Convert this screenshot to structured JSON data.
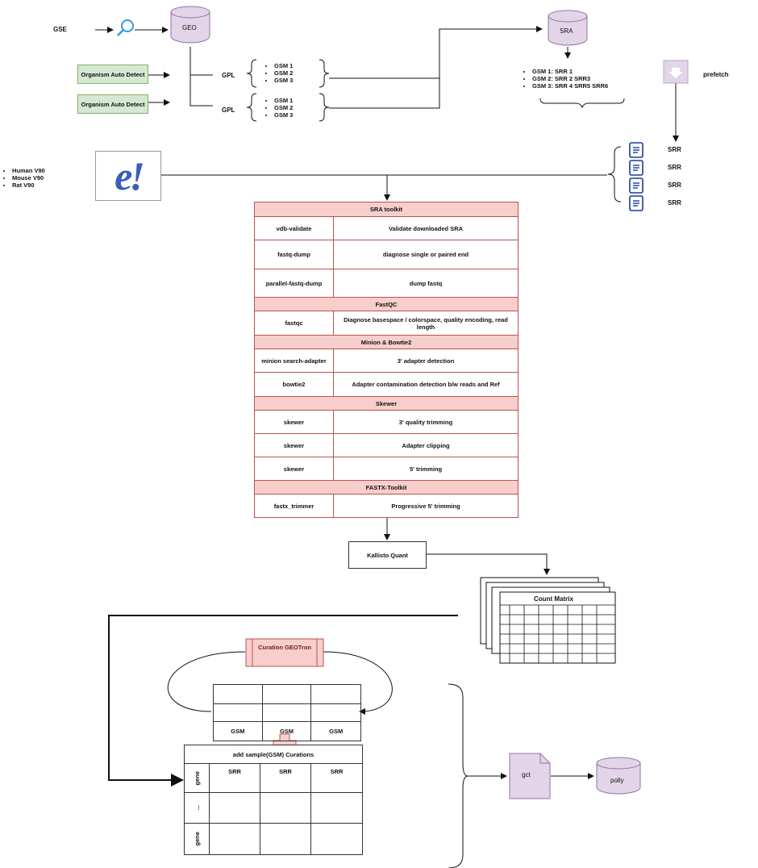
{
  "gse_label": "GSE",
  "geo_label": "GEO",
  "sra_label": "SRA",
  "organism_boxes": [
    "Organism Auto Detect",
    "Organism Auto Detect"
  ],
  "gpl_labels": [
    "GPL",
    "GPL"
  ],
  "gsm_groups": [
    [
      "GSM 1",
      "GSM 2",
      "GSM 3"
    ],
    [
      "GSM 1",
      "GSM 2",
      "GSM 3"
    ]
  ],
  "sra_mapping": [
    "GSM 1: SRR 1",
    "GSM 2: SRR 2 SRR3",
    "GSM 3: SRR 4 SRR5 SRR6"
  ],
  "prefetch_label": "prefetch",
  "genomes": [
    "Human V90",
    "Mouse V90",
    "Rat V90"
  ],
  "ensembl_logo_text": "e!",
  "srr_files": [
    "SRR",
    "SRR",
    "SRR",
    "SRR"
  ],
  "toolkit": {
    "sections": [
      {
        "title": "SRA toolkit",
        "rows": [
          {
            "tool": "vdb-validate",
            "desc": "Validate downloaded SRA"
          },
          {
            "tool": "fastq-dump",
            "desc": "diagnose single or paired end"
          },
          {
            "tool": "parallel-fastq-dump",
            "desc": "dump fastq"
          }
        ]
      },
      {
        "title": "FastQC",
        "rows": [
          {
            "tool": "fastqc",
            "desc": "Diagnose basespace / colorspace, quality encoding, read length"
          }
        ]
      },
      {
        "title": "Minion & Bowtie2",
        "rows": [
          {
            "tool": "minion search-adapter",
            "desc": "3' adapter detection"
          },
          {
            "tool": "bowtie2",
            "desc": "Adapter contamination detection b/w reads and Ref"
          }
        ]
      },
      {
        "title": "Skewer",
        "rows": [
          {
            "tool": "skewer",
            "desc": "3' quality trimming"
          },
          {
            "tool": "skewer",
            "desc": "Adapter clipping"
          },
          {
            "tool": "skewer",
            "desc": "5' trimming"
          }
        ]
      },
      {
        "title": "FASTX-Toolkit",
        "rows": [
          {
            "tool": "fastx_trimmer",
            "desc": "Progressive 5' trimming"
          }
        ]
      }
    ]
  },
  "kallisto_label": "Kallisto Quant",
  "count_matrix_label": "Count Matrix",
  "curation_label": "Curation GEOTron",
  "gsm_columns": [
    "GSM",
    "GSM",
    "GSM"
  ],
  "add_curations_label": "add sample(GSM) Curations",
  "srr_columns": [
    "SRR",
    "SRR",
    "SRR"
  ],
  "row_labels": [
    "gene",
    "...",
    "gene"
  ],
  "gct_label": "gct",
  "polly_label": "polly",
  "colors": {
    "cylinder_fill": "#e1d5e7",
    "cylinder_stroke": "#9673a6",
    "green_fill": "#d5e8d4",
    "red_fill": "#f8cecc",
    "red_stroke": "#b85450",
    "doc_blue": "#1a3a9c"
  }
}
